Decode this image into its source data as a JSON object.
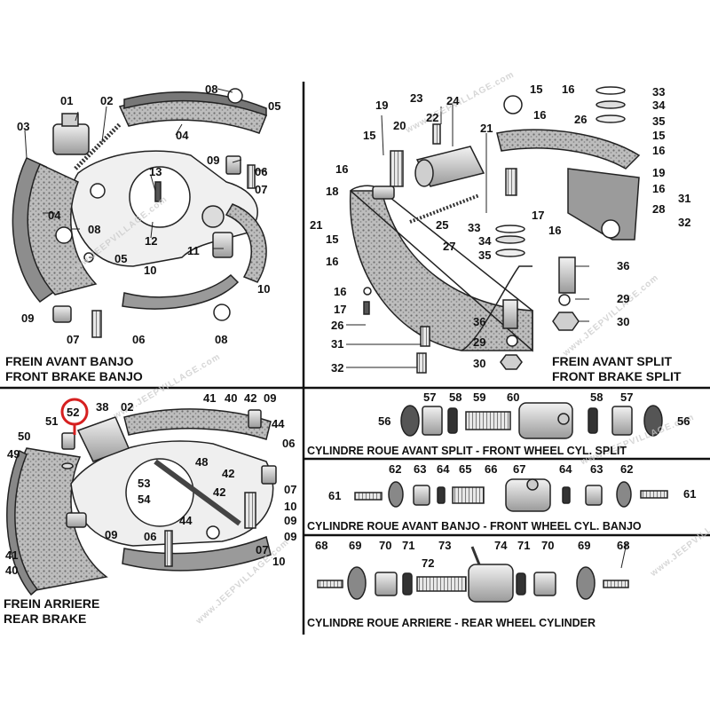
{
  "titles": {
    "front_banjo_fr": "FREIN AVANT BANJO",
    "front_banjo_en": "FRONT BRAKE BANJO",
    "front_split_fr": "FREIN AVANT  SPLIT",
    "front_split_en": "FRONT BRAKE  SPLIT",
    "rear_fr": "FREIN ARRIERE",
    "rear_en": "REAR BRAKE",
    "cyl_split": "CYLINDRE ROUE AVANT SPLIT - FRONT WHEEL CYL. SPLIT",
    "cyl_banjo": "CYLINDRE ROUE AVANT BANJO - FRONT WHEEL CYL. BANJO",
    "cyl_rear": "CYLINDRE ROUE ARRIERE - REAR WHEEL CYLINDER"
  },
  "watermark": "www.JEEPVILLAGE.com",
  "highlight_color": "#d62020",
  "callouts": {
    "banjo": [
      "01",
      "02",
      "03",
      "04",
      "04",
      "05",
      "05",
      "06",
      "06",
      "07",
      "07",
      "08",
      "08",
      "08",
      "09",
      "09",
      "10",
      "10",
      "11",
      "12",
      "13"
    ],
    "split": [
      "15",
      "16",
      "19",
      "21",
      "22",
      "23",
      "24",
      "20",
      "16",
      "15",
      "16",
      "18",
      "21",
      "15",
      "16",
      "16",
      "17",
      "26",
      "31",
      "32",
      "25",
      "27",
      "33",
      "34",
      "35",
      "36",
      "29",
      "30",
      "33",
      "34",
      "35",
      "15",
      "16",
      "19",
      "16",
      "31",
      "28",
      "32",
      "17",
      "16",
      "26",
      "36",
      "29",
      "30"
    ],
    "rear": [
      "52",
      "38",
      "02",
      "41",
      "40",
      "42",
      "09",
      "44",
      "06",
      "51",
      "50",
      "49",
      "48",
      "53",
      "54",
      "07",
      "42",
      "10",
      "09",
      "44",
      "42",
      "09",
      "06",
      "07",
      "41",
      "40",
      "09",
      "10"
    ],
    "cyl_split": [
      "56",
      "57",
      "58",
      "59",
      "60",
      "58",
      "57",
      "56"
    ],
    "cyl_banjo": [
      "61",
      "62",
      "63",
      "64",
      "65",
      "66",
      "67",
      "64",
      "63",
      "62",
      "61"
    ],
    "cyl_rear": [
      "68",
      "69",
      "70",
      "71",
      "72",
      "73",
      "74",
      "71",
      "70",
      "69",
      "68"
    ]
  }
}
